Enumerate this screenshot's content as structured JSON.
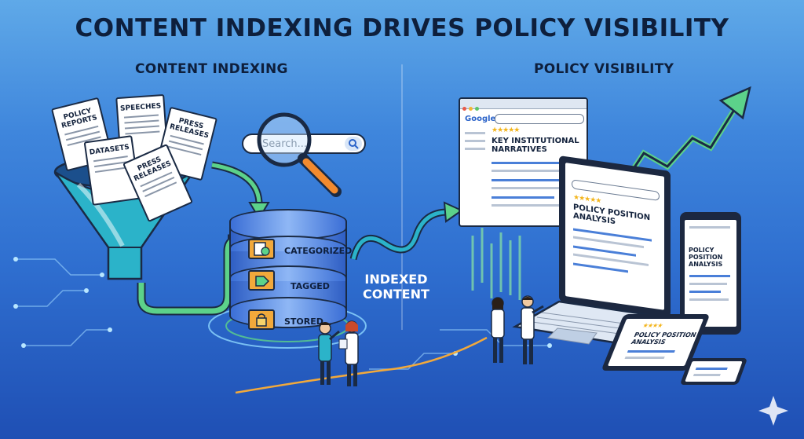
{
  "title": "CONTENT INDEXING DRIVES POLICY VISIBILITY",
  "sections": {
    "left": "CONTENT INDEXING",
    "right": "POLICY VISIBILITY"
  },
  "documents": {
    "policy_reports": "POLICY REPORTS",
    "speeches": "SPEECHES",
    "press_releases_1": "PRESS RELEASES",
    "datasets": "DATASETS",
    "press_releases_2": "PRESS RELEASES"
  },
  "search": {
    "placeholder": "Search..."
  },
  "database": {
    "layer1": "CATEGORIZED",
    "layer2": "TAGGED",
    "layer3": "STORED"
  },
  "flow_label": {
    "line1": "INDEXED",
    "line2": "CONTENT"
  },
  "browser": {
    "engine": "Google",
    "headline": "KEY INSTITUTIONAL NARRATIVES",
    "stars": "★★★★★"
  },
  "laptop": {
    "headline": "POLICY POSITION ANALYSIS",
    "stars": "★★★★★"
  },
  "tablet": {
    "headline": "POLICY POSITION ANALYSIS"
  },
  "tablet_flat": {
    "headline": "POLICY POSITION ANALYSIS"
  },
  "colors": {
    "title": "#0e1f3c",
    "funnel": "#2bb3c9",
    "arrow_green": "#5cd28a",
    "folder": "#f2a93b",
    "accent_blue": "#2b63c9"
  }
}
